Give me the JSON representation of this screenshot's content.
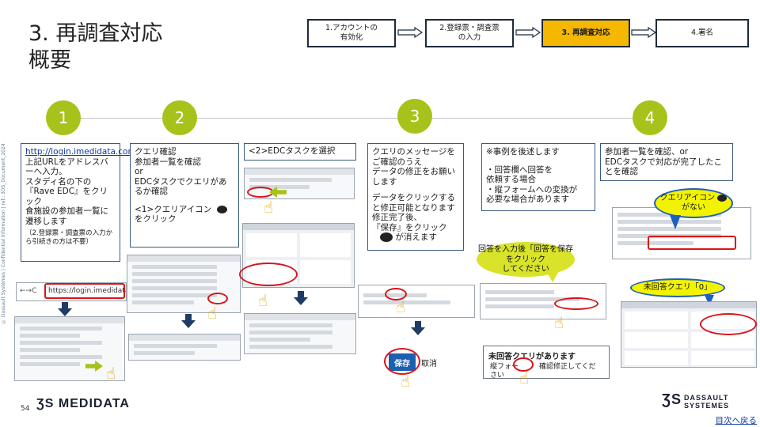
{
  "header": {
    "title_line1": "3. 再調査対応",
    "title_line2": "概要"
  },
  "flow": {
    "steps": [
      {
        "label": "1.アカウントの\n有効化"
      },
      {
        "label": "2.登録票・調査票\nの入力"
      },
      {
        "label": "3. 再調査対応"
      },
      {
        "label": "4.署名"
      }
    ],
    "active_color": "#f5b800"
  },
  "timeline": {
    "numbers": [
      "1",
      "2",
      "3",
      "4"
    ],
    "circle_color": "#a7c21a"
  },
  "step1": {
    "url_link": "http://login.imedidata.com",
    "text": "上記URLをアドレスバーへ入力。\nスタディ名の下の『Rave EDC』をクリック\n食施設の参加者一覧に遷移します",
    "note": "（2.登録票・調査票の入力から引続きの方は不要）",
    "address_bar": "https://login.imedidata.com"
  },
  "step2": {
    "text1": "クエリ確認\n参加者一覧を確認\nor\nEDCタスクでクエリがあるか確認",
    "text2": "<1>クエリアイコン",
    "text3": "をクリック",
    "text4": "<2>EDCタスクを選択"
  },
  "step3": {
    "text": "クエリのメッセージをご確認のうえ\nデータの修正をお願いします",
    "text2": "データをクリックすると修正可能となります\n修正完了後、",
    "text3": "『保存』をクリック",
    "text4": "が消えます",
    "save_button": "保存",
    "cancel_button": "取消"
  },
  "step3b": {
    "text": "※事例を後述します",
    "text2": "・回答欄へ回答を\n依頼する場合\n・縦フォームへの変換が\n必要な場合があります",
    "callout": "回答を入力後「回答を保存をクリック\nしてください",
    "query_title": "未回答クエリがあります",
    "query_line1": "縦フォー",
    "query_line2": "確認修正してくだ",
    "query_line3": "さい"
  },
  "step4": {
    "text": "参加者一覧を確認、or\nEDCタスクで対応が完了したことを確認",
    "callout1_a": "クエリアイコン",
    "callout1_b": "がない",
    "callout2": "未回答クエリ「0」"
  },
  "footer": {
    "page_number": "54",
    "brand_left": "MEDIDATA",
    "brand_right_1": "DASSAULT",
    "brand_right_2": "SYSTEMES",
    "back_link": "目次へ戻る",
    "side_note": "© Dassault Systèmes | Confidential Information | ref.: 3DS_Document_2024"
  }
}
